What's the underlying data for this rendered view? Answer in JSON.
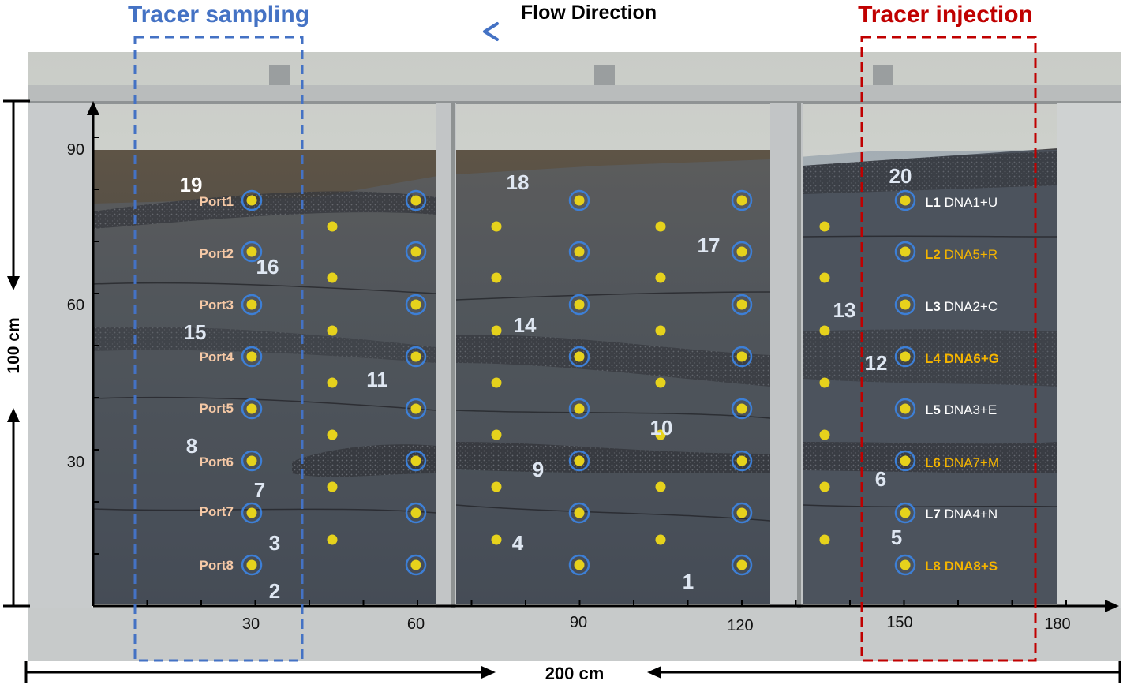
{
  "header": {
    "sampling_title": "Tracer sampling",
    "flow_title": "Flow Direction",
    "injection_title": "Tracer injection"
  },
  "axes": {
    "height_label": "100 cm",
    "width_label": "200 cm",
    "y_ticks": [
      "90",
      "60",
      "30"
    ],
    "x_ticks": [
      "30",
      "60",
      "90",
      "120",
      "150",
      "180"
    ]
  },
  "ports": [
    "Port1",
    "Port2",
    "Port3",
    "Port4",
    "Port5",
    "Port6",
    "Port7",
    "Port8"
  ],
  "injections": [
    {
      "line": "L1",
      "tracer": "DNA1+U",
      "color": "#ffffff"
    },
    {
      "line": "L2",
      "tracer": "DNA5+R",
      "color": "#f4b400"
    },
    {
      "line": "L3",
      "tracer": "DNA2+C",
      "color": "#ffffff"
    },
    {
      "line": "L4",
      "tracer": "DNA6+G",
      "color": "#f4b400"
    },
    {
      "line": "L5",
      "tracer": "DNA3+E",
      "color": "#ffffff"
    },
    {
      "line": "L6",
      "tracer": "DNA7+M",
      "color": "#f4b400"
    },
    {
      "line": "L7",
      "tracer": "DNA4+N",
      "color": "#ffffff"
    },
    {
      "line": "L8",
      "tracer": "DNA8+S",
      "color": "#f4b400"
    }
  ],
  "zone_numbers": [
    "1",
    "2",
    "3",
    "4",
    "5",
    "6",
    "7",
    "8",
    "9",
    "10",
    "11",
    "12",
    "13",
    "14",
    "15",
    "16",
    "17",
    "18",
    "19",
    "20"
  ],
  "colors": {
    "sampling": "#4472c4",
    "injection": "#c00000",
    "sensor": "#e6d21c",
    "ring": "#3d7fd6"
  }
}
